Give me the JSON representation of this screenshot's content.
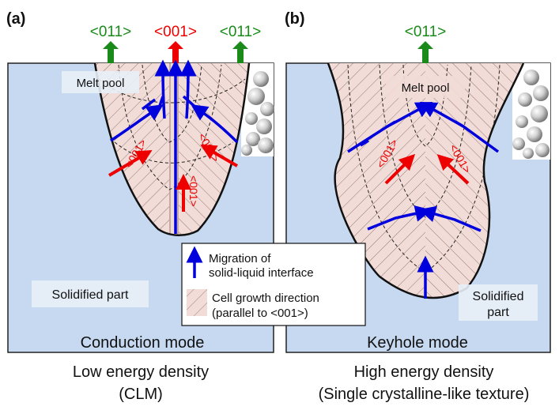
{
  "panels": {
    "a": {
      "label": "(a)",
      "mode": "Conduction mode",
      "caption_line1": "Low energy density",
      "caption_line2": "(CLM)",
      "melt_pool": "Melt pool",
      "solidified": "Solidified part",
      "top_directions": [
        "<011>",
        "<001>",
        "<011>"
      ],
      "inner_labels": [
        "<001>",
        "<001>",
        "<001>"
      ]
    },
    "b": {
      "label": "(b)",
      "mode": "Keyhole mode",
      "caption_line1": "High energy density",
      "caption_line2": "(Single crystalline-like texture)",
      "melt_pool": "Melt pool",
      "solidified_line1": "Solidified",
      "solidified_line2": "part",
      "top_direction": "<011>",
      "inner_labels": [
        "<001>",
        "<001>"
      ]
    }
  },
  "legend": {
    "migration_line1": "Migration of",
    "migration_line2": "solid-liquid interface",
    "cell_line1": "Cell growth direction",
    "cell_line2": "(parallel to <001>)"
  },
  "colors": {
    "substrate": "#c6d9f0",
    "melt": "#f2dcd8",
    "hatch": "#8a6e68",
    "interface_arrow": "#0000dd",
    "direction_001": "#ee0000",
    "direction_011": "#1a8a1a",
    "powder": "#c8c8c8"
  }
}
